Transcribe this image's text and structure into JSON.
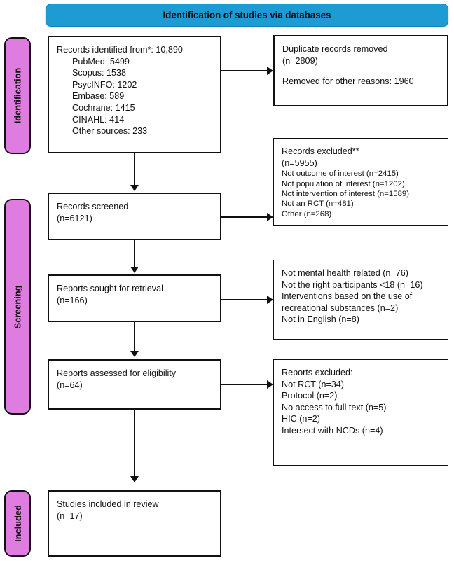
{
  "banner": {
    "title": "Identification of studies via databases"
  },
  "phases": [
    {
      "id": "identification",
      "label": "Identification"
    },
    {
      "id": "screening",
      "label": "Screening"
    },
    {
      "id": "included",
      "label": "Included"
    }
  ],
  "boxes": {
    "records_identified": {
      "heading": "Records identified from*: 10,890",
      "sources": [
        "PubMed: 5499",
        "Scopus: 1538",
        "PsycINFO: 1202",
        "Embase: 589",
        "Cochrane: 1415",
        "CINAHL: 414",
        "Other sources: 233"
      ]
    },
    "duplicates_removed": {
      "line1": "Duplicate records removed",
      "line2": "(n=2809)",
      "line3": "Removed for other reasons: 1960"
    },
    "records_screened": {
      "line1": "Records screened",
      "line2": "(n=6121)"
    },
    "records_excluded": {
      "heading": "Records excluded**",
      "count": "(n=5955)",
      "reasons": [
        "Not outcome of interest (n=2415)",
        "Not population of interest (n=1202)",
        "Not intervention of interest (n=1589)",
        "Not an RCT (n=481)",
        "Other (n=268)"
      ]
    },
    "reports_sought": {
      "line1": "Reports sought for retrieval",
      "line2": "(n=166)"
    },
    "reports_not_retrieved": {
      "reasons": [
        "Not mental health related (n=76)",
        "Not the right participants <18 (n=16)",
        "Interventions based on the use of",
        "recreational substances (n=2)",
        "Not in English (n=8)"
      ]
    },
    "reports_assessed": {
      "line1": "Reports assessed for eligibility",
      "line2": "(n=64)"
    },
    "reports_excluded": {
      "heading": "Reports excluded:",
      "reasons": [
        "Not RCT (n=34)",
        "Protocol (n=2)",
        "No access to full text (n=5)",
        "HIC (n=2)",
        "Intersect with NCDs (n=4)"
      ]
    },
    "studies_included": {
      "line1": "Studies included in review",
      "line2": "(n=17)"
    }
  },
  "colors": {
    "banner_blue": "#1F9BD3",
    "phase_pink": "#DE7CDF",
    "outline": "#111111",
    "background": "#FFFFFF"
  }
}
